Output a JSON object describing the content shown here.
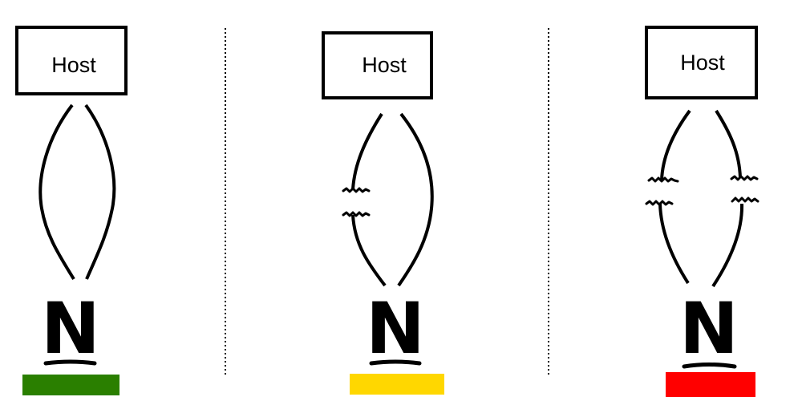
{
  "panels": [
    {
      "host_label": "Host",
      "node_logo": "N",
      "status": "healthy",
      "status_color": "#2a7f00",
      "broken_links": 0
    },
    {
      "host_label": "Host",
      "node_logo": "N",
      "status": "degraded",
      "status_color": "#ffd700",
      "broken_links": 1
    },
    {
      "host_label": "Host",
      "node_logo": "N",
      "status": "failed",
      "status_color": "#ff0000",
      "broken_links": 2
    }
  ]
}
